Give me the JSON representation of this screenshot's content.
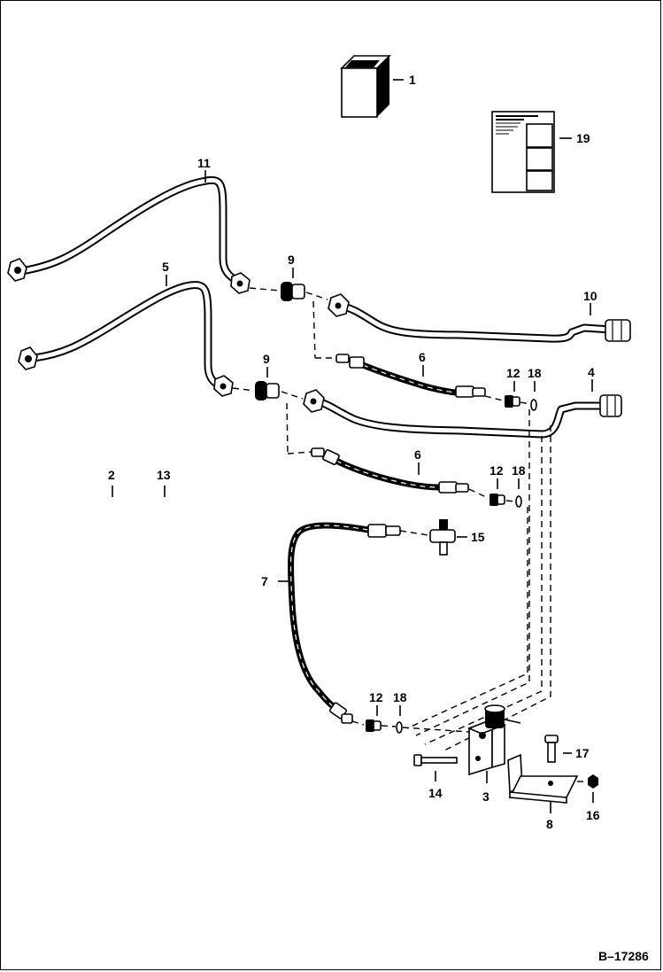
{
  "figure_id": "B–17286",
  "callouts": [
    "1",
    "19",
    "11",
    "5",
    "9",
    "9",
    "10",
    "6",
    "12",
    "18",
    "4",
    "2",
    "13",
    "6",
    "12",
    "18",
    "15",
    "7",
    "12",
    "18",
    "17",
    "14",
    "3",
    "16",
    "8"
  ],
  "decal_lines": 6
}
